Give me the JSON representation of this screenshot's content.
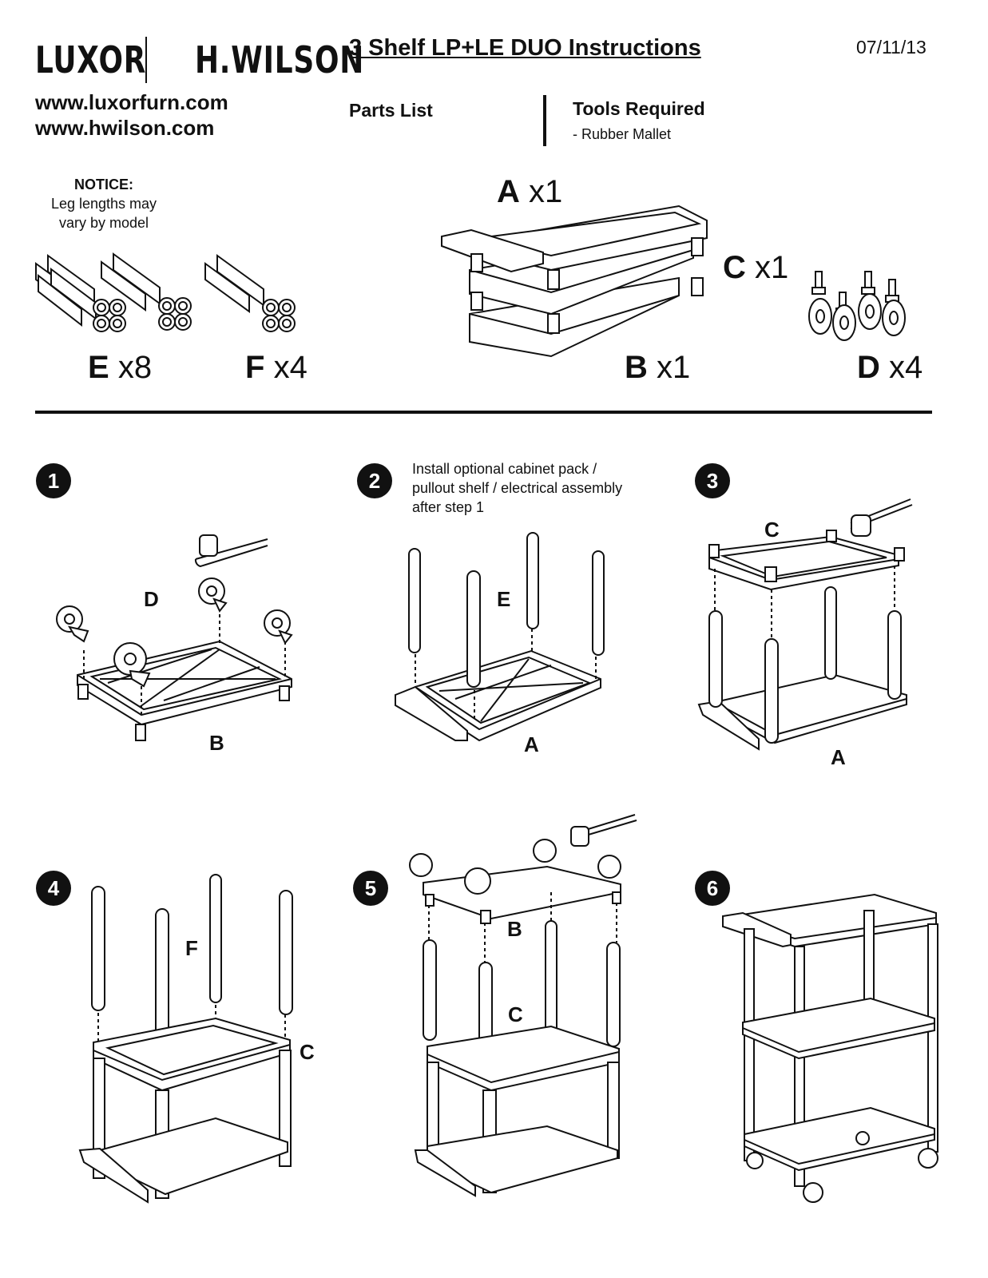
{
  "header": {
    "brand_left": "LUXOR",
    "brand_right": "H.WILSON",
    "website_1": "www.luxorfurn.com",
    "website_2": "www.hwilson.com",
    "title": "3 Shelf LP+LE DUO Instructions",
    "date": "07/11/13"
  },
  "parts_list": {
    "heading": "Parts List",
    "notice_title": "NOTICE:",
    "notice_line_1": "Leg lengths may",
    "notice_line_2": "vary by model",
    "parts": [
      {
        "letter": "A",
        "qty": "x1"
      },
      {
        "letter": "B",
        "qty": "x1"
      },
      {
        "letter": "C",
        "qty": "x1"
      },
      {
        "letter": "D",
        "qty": "x4"
      },
      {
        "letter": "E",
        "qty": "x8"
      },
      {
        "letter": "F",
        "qty": "x4"
      }
    ]
  },
  "tools": {
    "heading": "Tools Required",
    "items": [
      "-  Rubber Mallet"
    ]
  },
  "steps": [
    {
      "number": "1",
      "labels": [
        "D",
        "B"
      ]
    },
    {
      "number": "2",
      "note_1": "Install optional cabinet pack /",
      "note_2": "pullout shelf / electrical assembly",
      "note_3": "after step 1",
      "labels": [
        "E",
        "A"
      ]
    },
    {
      "number": "3",
      "labels": [
        "C",
        "A"
      ]
    },
    {
      "number": "4",
      "labels": [
        "F",
        "C"
      ]
    },
    {
      "number": "5",
      "labels": [
        "B",
        "C"
      ]
    },
    {
      "number": "6",
      "labels": []
    }
  ]
}
